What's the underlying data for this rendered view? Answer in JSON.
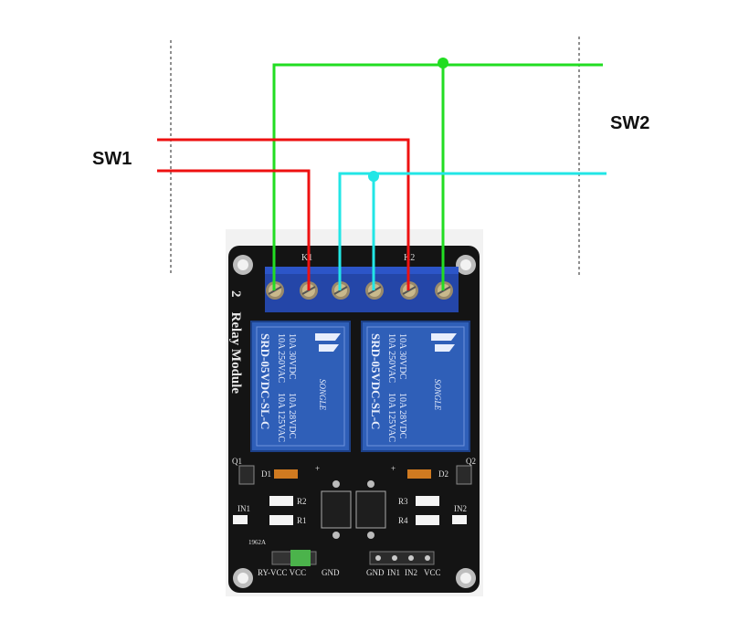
{
  "labels": {
    "sw1": "SW1",
    "sw2": "SW2"
  },
  "board": {
    "title_number": "2",
    "title_text": "Relay Module",
    "relay_labels": [
      "K1",
      "K2"
    ],
    "relay_body_lines": [
      "10A 250VAC",
      "10A 30VDC",
      "SRD-05VDC-SL-C",
      "10A 125VAC",
      "10A 28VDC"
    ],
    "relay_brand": "SONGLE",
    "transistor_labels": [
      "Q1",
      "Q2"
    ],
    "diode_labels": [
      "D1",
      "D2"
    ],
    "resistor_labels_left": [
      "R2",
      "R1"
    ],
    "resistor_labels_right": [
      "R3",
      "R4"
    ],
    "input_labels": [
      "IN1",
      "IN2"
    ],
    "jumper_label": "RY-VCC VCC",
    "gnd_label": "GND",
    "header_pins": [
      "GND",
      "IN1",
      "IN2",
      "VCC"
    ],
    "date_code": "1962A",
    "plus_signs": [
      "+",
      "+"
    ]
  },
  "colors": {
    "wire_green": "#22dd22",
    "wire_red": "#ee1111",
    "wire_cyan": "#22e6e6",
    "board": "#141414",
    "relay_blue": "#2f5fb8",
    "terminal_blue": "#2446a8"
  }
}
